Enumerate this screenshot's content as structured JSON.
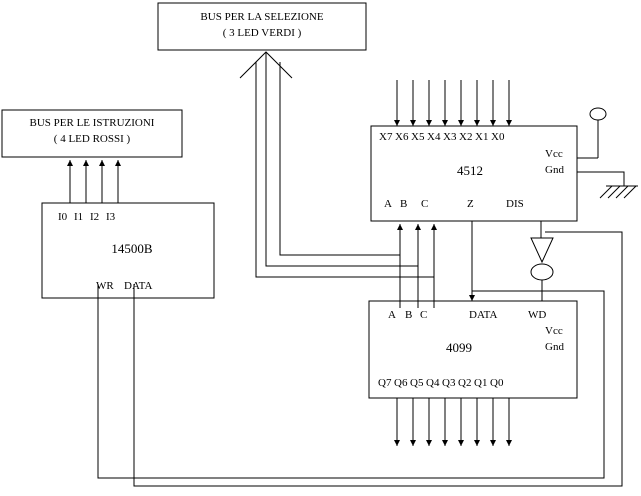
{
  "bus_selezione": {
    "line1": "BUS PER LA SELEZIONE",
    "line2": "( 3 LED VERDI )"
  },
  "bus_istruzioni": {
    "line1": "BUS PER LE ISTRUZIONI",
    "line2": "( 4 LED ROSSI )"
  },
  "chip_14500b": {
    "name": "14500B",
    "pins": [
      "I0",
      "I1",
      "I2",
      "I3"
    ],
    "wr": "WR",
    "data": "DATA"
  },
  "chip_4512": {
    "name": "4512",
    "inputs": [
      "X7",
      "X6",
      "X5",
      "X4",
      "X3",
      "X2",
      "X1",
      "X0"
    ],
    "vcc": "Vcc",
    "gnd": "Gnd",
    "a": "A",
    "b": "B",
    "c": "C",
    "z": "Z",
    "dis": "DIS"
  },
  "chip_4099": {
    "name": "4099",
    "a": "A",
    "b": "B",
    "c": "C",
    "data": "DATA",
    "wd": "WD",
    "vcc": "Vcc",
    "gnd": "Gnd",
    "outputs": [
      "Q7",
      "Q6",
      "Q5",
      "Q4",
      "Q3",
      "Q2",
      "Q1",
      "Q0"
    ]
  }
}
